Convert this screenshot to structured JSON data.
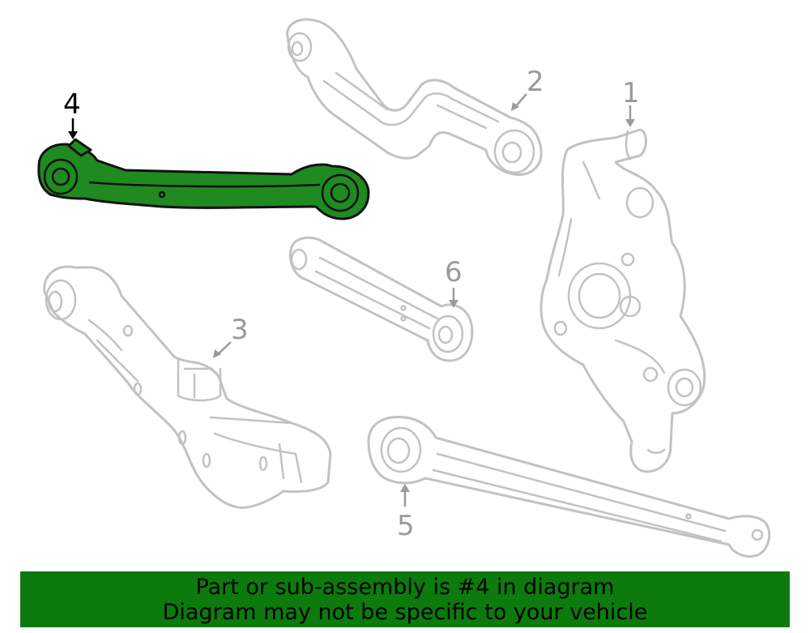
{
  "callouts": {
    "one": "1",
    "two": "2",
    "three": "3",
    "four": "4",
    "five": "5",
    "six": "6"
  },
  "highlight_color": "#1f8a1f",
  "banner": {
    "line1": "Part or sub-assembly is #4 in diagram",
    "line2": "Diagram may not be specific to your vehicle",
    "background": "#0c7a0c"
  }
}
